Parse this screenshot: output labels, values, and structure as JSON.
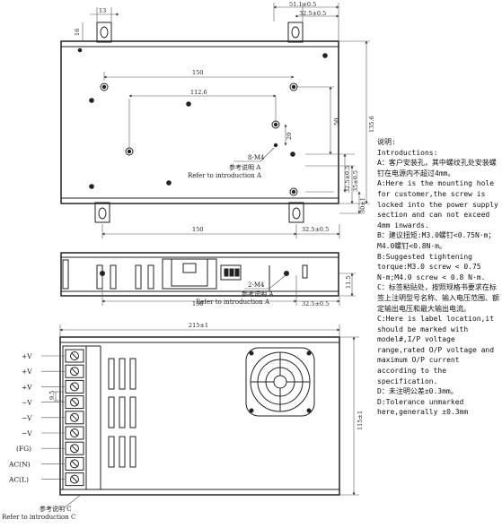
{
  "dimensions": {
    "top_13": "13",
    "top_16": "16",
    "top_51": "51.1±0.5",
    "top_32": "32.5±0.5",
    "top_150": "150",
    "top_112": "112.6",
    "right_50": "50",
    "right_135": "135.6",
    "right_32": "32.5±0.5",
    "right_35": "35±0.5",
    "right_30": "30±1",
    "top_20": "20",
    "bottom_150": "150",
    "bottom_32": "32.5±0.5",
    "side_11": "11.5",
    "side_150": "150",
    "side_32": "32.5±0.5",
    "front_215": "215±1",
    "front_115": "115±1",
    "front_9": "9.5"
  },
  "labels": {
    "m4_top": "8-M4",
    "ref_a_cn_top": "参考说明 A",
    "ref_a_en_top": "Refer to introduction A",
    "m4_side": "2-M4",
    "ref_a_cn_side": "参考说明 A",
    "ref_a_en_side": "Refer to introduction A",
    "ref_c_cn": "参考说明 C",
    "ref_c_en": "Refer to introduction C"
  },
  "terminals": [
    "+V",
    "+V",
    "+V",
    "−V",
    "−V",
    "−V",
    "(FG)",
    "AC(N)",
    "AC(L)"
  ],
  "notes": [
    "说明:",
    "Introductions:",
    "A：客户安装孔，其中螺纹孔处安装螺钉在电源内不超过4mm。",
    "A:Here is the mounting hole for customer,the screw is locked into the power supply section and can not exceed 4mm inwards.",
    "B：建议扭矩:M3.0螺钉<0.75N·m；M4.0螺钉<0.8N·m。",
    "B:Suggested tightening torque:M3.0 screw < 0.75 N·m;M4.0 screw < 0.8 N·m.",
    "C：标签粘贴处，按照规格书要求在标签上注明型号名称、输入电压范围、额定输出电压和最大输出电流。",
    "C:Here is label location,it should be marked with model#,I/P voltage range,rated O/P voltage and maximum O/P current according to the specification.",
    "D：未注明公差±0.3mm。",
    "D:Tolerance unmarked here,generally ±0.3mm"
  ]
}
